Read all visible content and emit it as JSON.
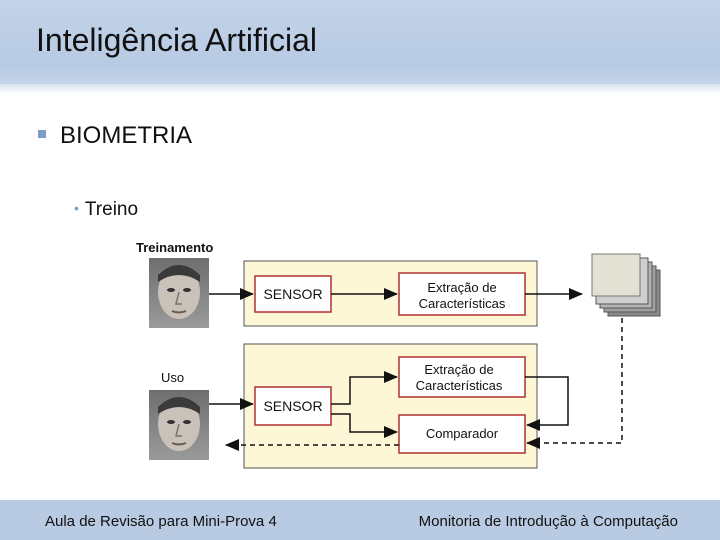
{
  "slide": {
    "title": "Inteligência Artificial",
    "bullet_main": "BIOMETRIA",
    "bullet_sub": "Treino"
  },
  "diagram": {
    "label_training": "Treinamento",
    "label_use": "Uso",
    "sensor_top": "SENSOR",
    "extract_top_line1": "Extração de",
    "extract_top_line2": "Características",
    "extract_bottom_line1": "Extração de",
    "extract_bottom_line2": "Características",
    "sensor_bottom": "SENSOR",
    "comparator": "Comparador"
  },
  "footer": {
    "left": "Aula de Revisão para Mini-Prova 4",
    "right": "Monitoria de Introdução à Computação"
  },
  "colors": {
    "title_band": "#b8cbe4",
    "footer_band": "#b9cbe3",
    "panel_fill": "#fdf7d8",
    "panel_border": "#555555",
    "box_border": "#b23030",
    "bullet_accent": "#7f9cc5"
  }
}
